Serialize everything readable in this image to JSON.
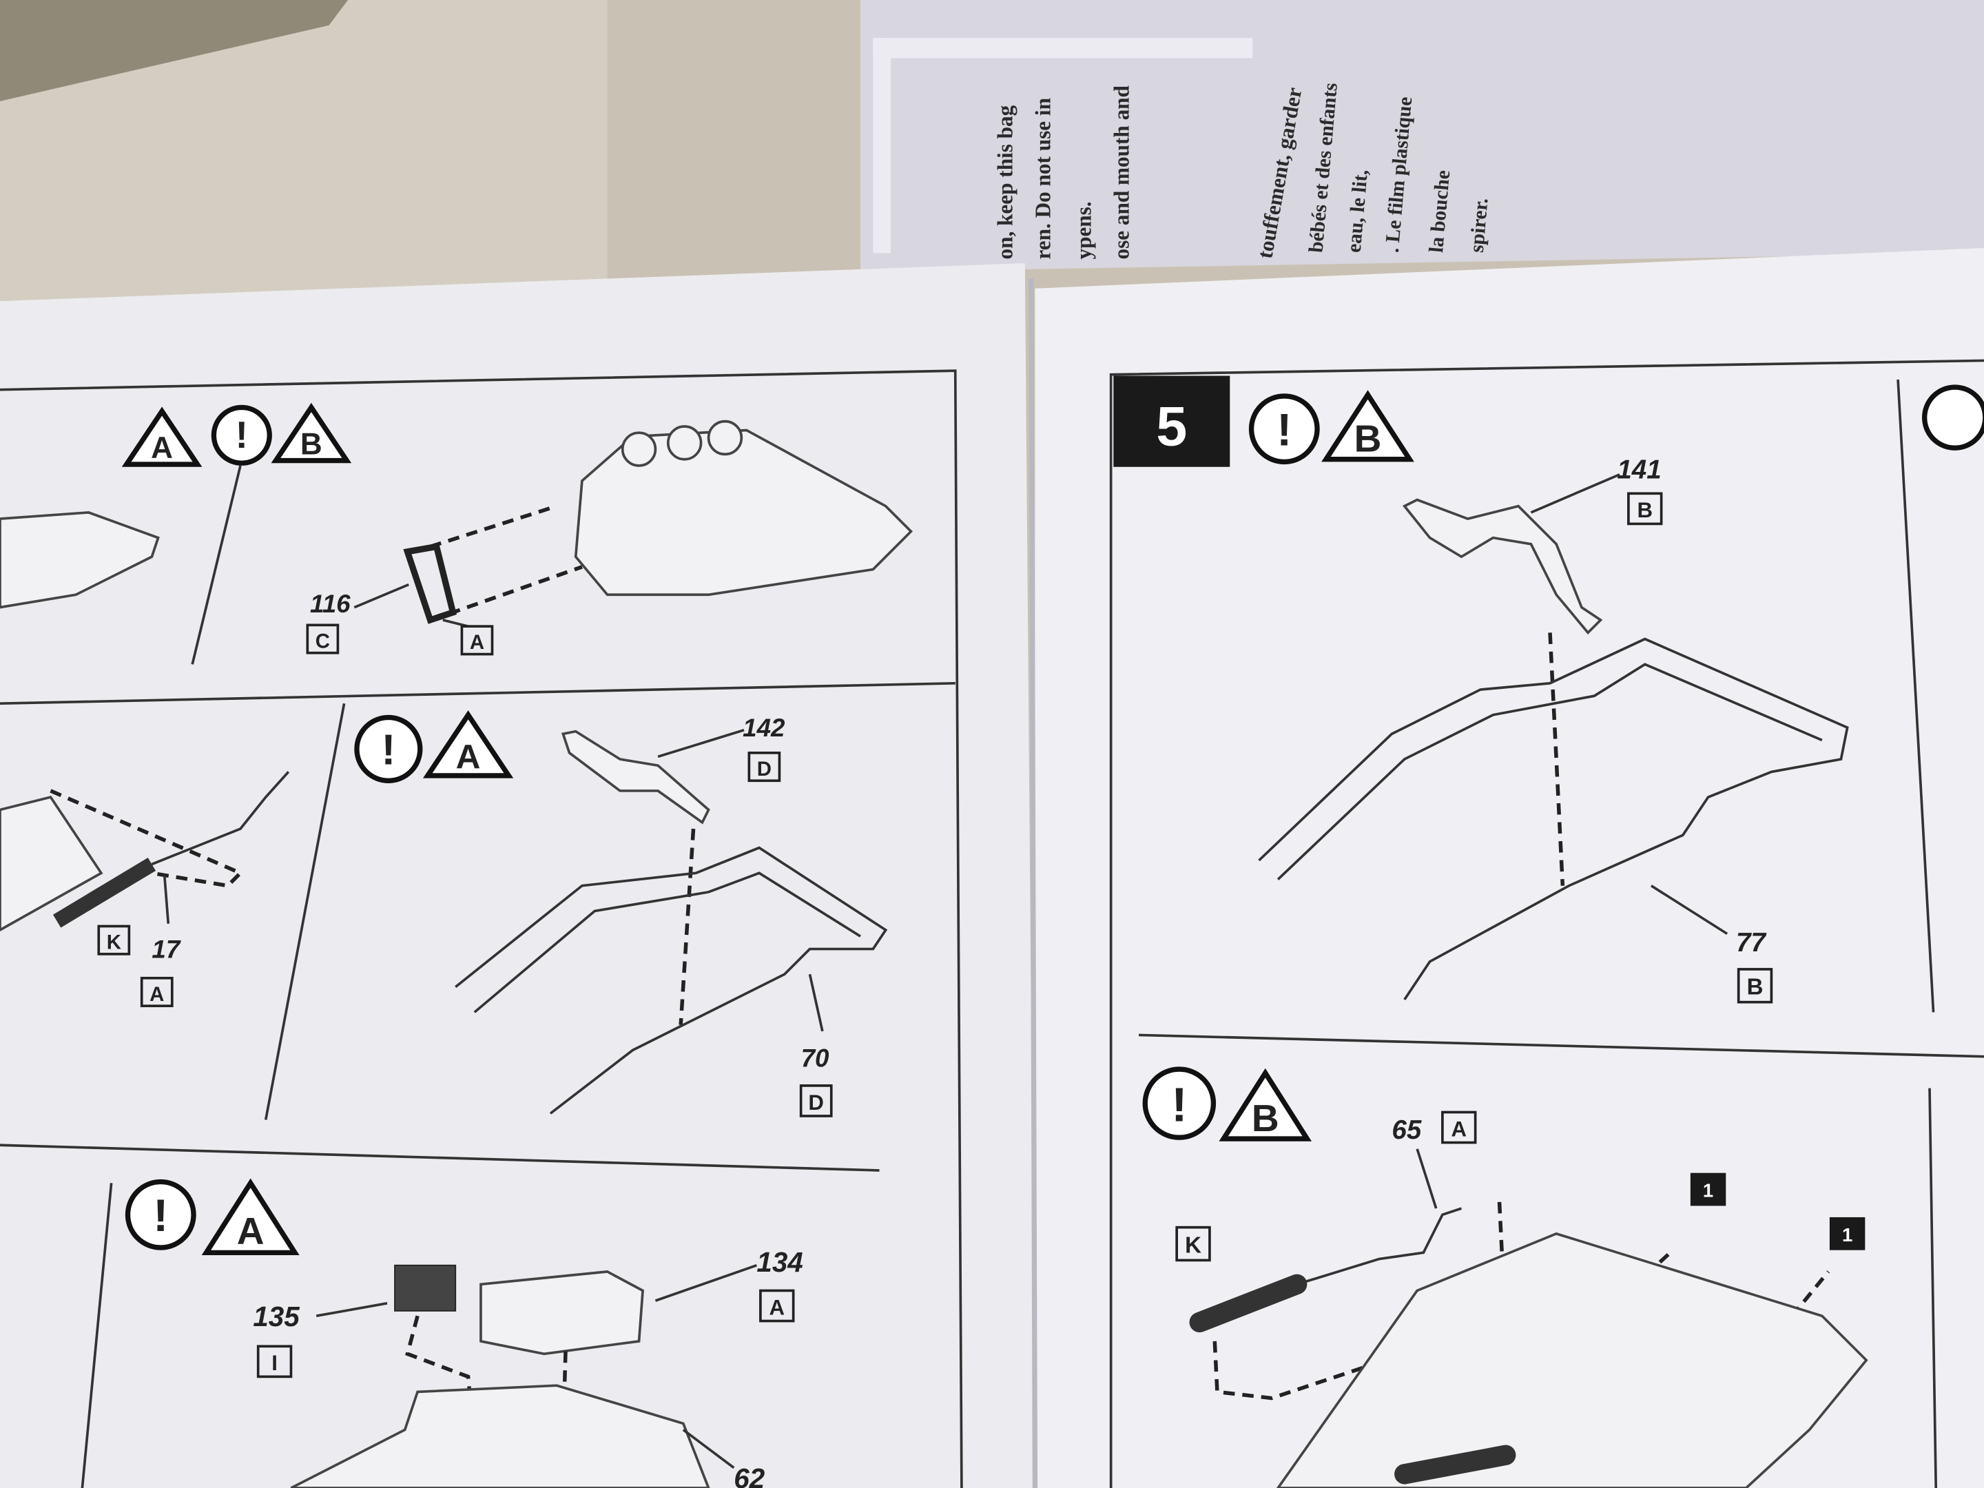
{
  "bag_warning": [
    "on, keep this bag",
    "ren. Do not use in",
    "ypens.",
    "ose and mouth and",
    "touffement, garder",
    "bébés et des enfants",
    "eau, le lit,",
    ". Le film plastique",
    "la bouche",
    "spirer."
  ],
  "left_page": {
    "top_panel": {
      "warnings": [
        "A",
        "!",
        "B"
      ],
      "part_number": "116",
      "part_sprue": "C",
      "sprue_label": "A"
    },
    "middle_left_panel": {
      "part_number": "17",
      "part_sprue": "A",
      "sprue_k": "K"
    },
    "middle_right_panel": {
      "warnings": [
        "!",
        "A"
      ],
      "part_top": "142",
      "part_top_sprue": "D",
      "part_frame": "70",
      "part_frame_sprue": "D"
    },
    "bottom_panel": {
      "warnings": [
        "!",
        "A"
      ],
      "part_a": "135",
      "part_a_sprue": "I",
      "part_b": "134",
      "part_b_sprue": "A",
      "part_c": "62"
    }
  },
  "right_page": {
    "step_number": "5",
    "top_panel": {
      "warnings": [
        "!",
        "B"
      ],
      "part_top": "141",
      "part_top_sprue": "B",
      "part_frame": "77",
      "part_frame_sprue": "B"
    },
    "bottom_panel": {
      "warnings": [
        "!",
        "B"
      ],
      "part_pipe": "65",
      "part_pipe_sprue": "A",
      "sprue_k": "K",
      "step_ref_1": "1",
      "step_ref_2": "1"
    }
  },
  "colors": {
    "page": "#eeeef2",
    "carpet": "#c9c2b4",
    "ink": "#222222",
    "step_badge": "#1a1a1a"
  }
}
